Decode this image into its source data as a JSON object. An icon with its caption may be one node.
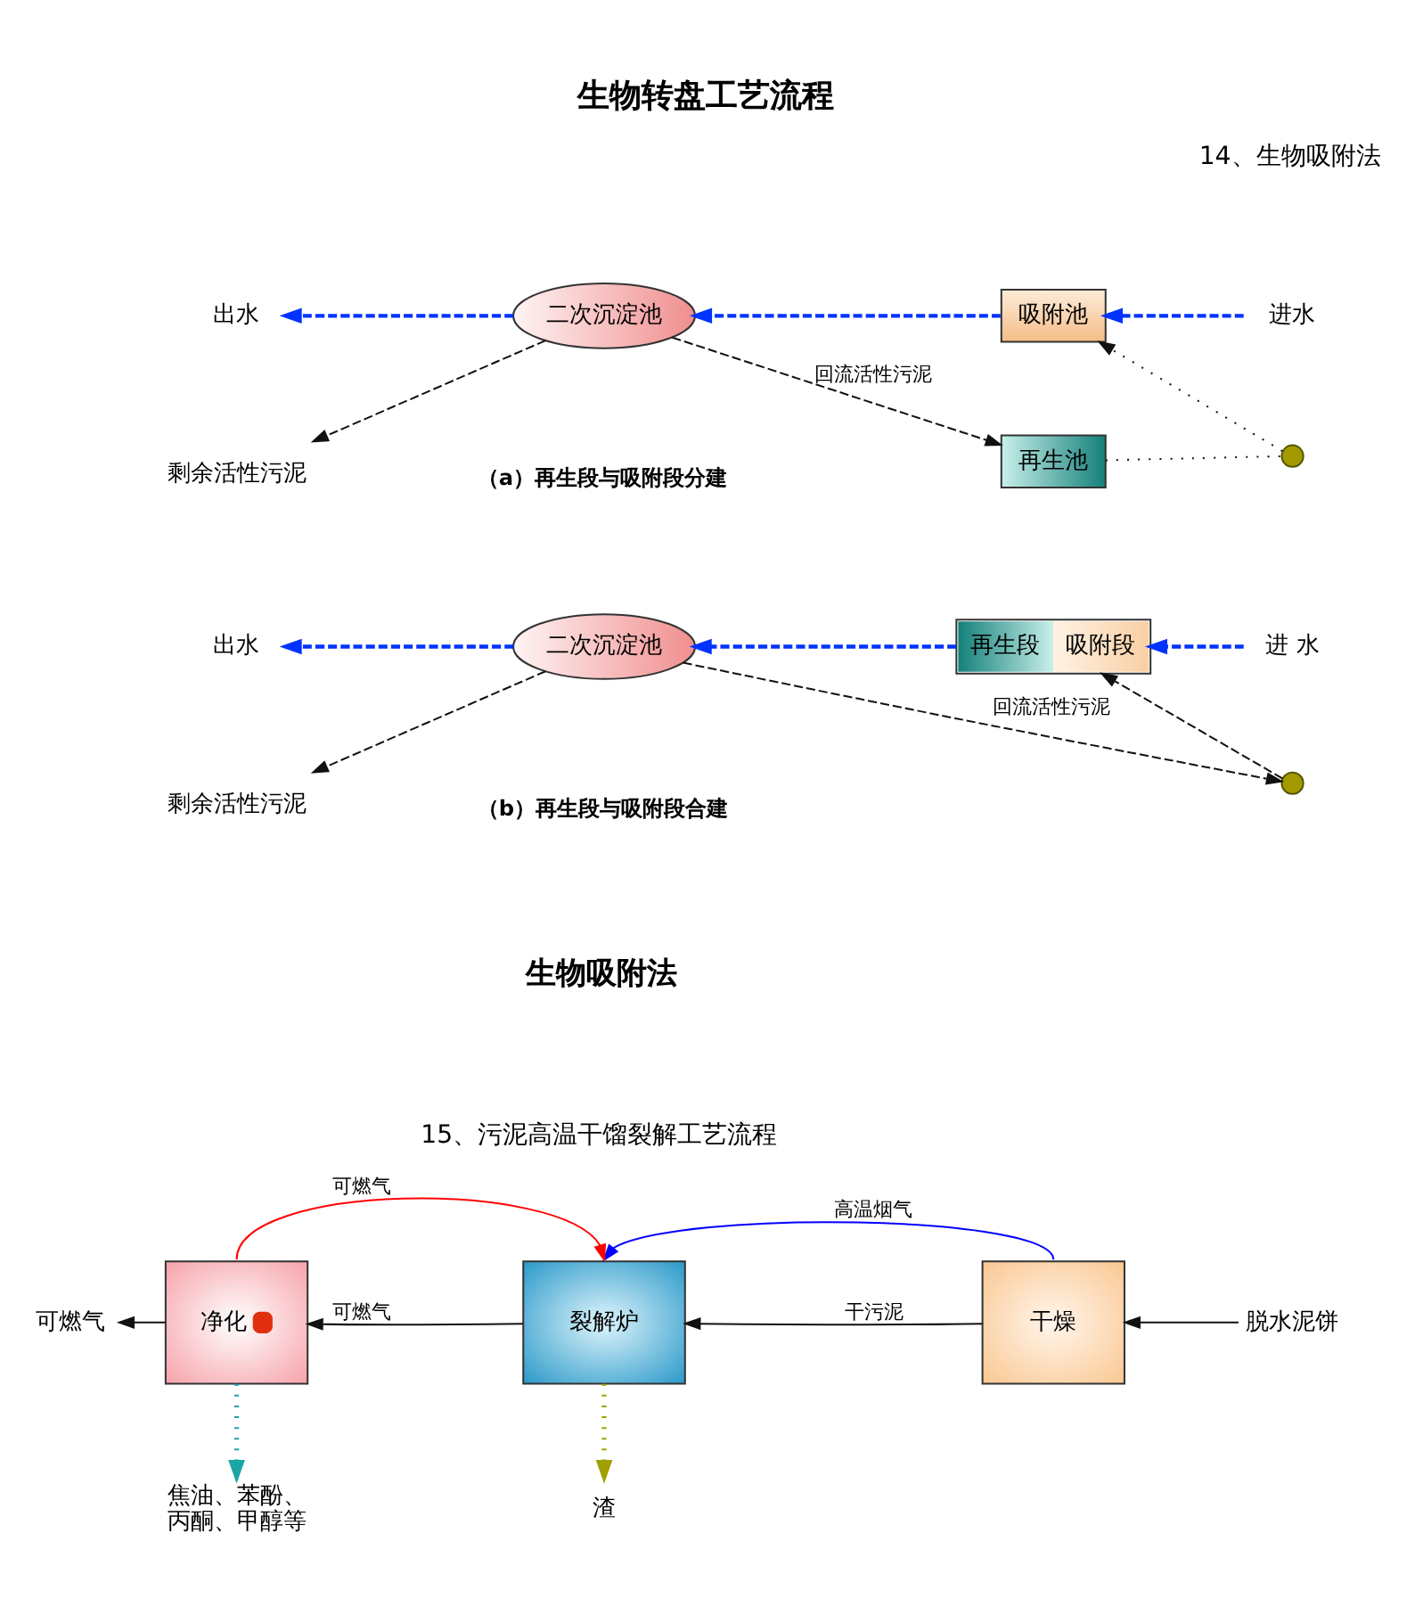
{
  "diagram": {
    "title": "生物转盘工艺流程",
    "nodes": [
      {
        "text": [
          "进水"
        ]
      },
      {
        "text": [
          "吸附池"
        ]
      },
      {
        "text": [
          "二次沉淀池"
        ]
      },
      {
        "text": [
          "出水"
        ]
      },
      {
        "text": [
          "剩余活性污泥"
        ]
      },
      {
        "text": [
          "再生池"
        ]
      },
      {
        "text": [],
        "shape": "circle"
      },
      {
        "text": [
          "进 水"
        ]
      },
      {
        "text": [
          "再生段",
          "吸附段"
        ]
      },
      {
        "text": [
          "二次沉淀池"
        ]
      },
      {
        "text": [
          "出水"
        ]
      },
      {
        "text": [
          "剩余活性污泥"
        ]
      },
      {
        "text": [],
        "shape": "circle"
      },
      {
        "text": [
          "脱水泥饼"
        ]
      },
      {
        "text": [
          "干燥"
        ]
      },
      {
        "text": [
          "裂解炉"
        ]
      },
      {
        "text": [
          "净化"
        ]
      },
      {
        "text": [
          "可燃气"
        ]
      },
      {
        "text": [
          "焦油、苯酚、丙酮、甲醇等"
        ]
      },
      {
        "text": [
          "渣"
        ]
      }
    ],
    "edges": [
      {
        "from": 0,
        "to": 1,
        "arrow": "to",
        "style": "dashed",
        "color": "#0033ff"
      },
      {
        "from": 1,
        "to": 2,
        "arrow": "to",
        "style": "dashed",
        "color": "#0033ff"
      },
      {
        "from": 2,
        "to": 3,
        "arrow": "to",
        "style": "dashed",
        "color": "#0033ff"
      },
      {
        "from": 2,
        "to": 4,
        "arrow": "to",
        "style": "dashed"
      },
      {
        "from": 2,
        "to": 5,
        "arrow": "to",
        "style": "dashed",
        "label": "回流活性污泥"
      },
      {
        "from": 5,
        "to": 6,
        "arrow": "none",
        "style": "dashed"
      },
      {
        "from": 6,
        "to": 1,
        "arrow": "to",
        "style": "dashed"
      },
      {
        "from": 7,
        "to": 8,
        "arrow": "to",
        "style": "dashed",
        "color": "#0033ff"
      },
      {
        "from": 8,
        "to": 9,
        "arrow": "to",
        "style": "dashed",
        "color": "#0033ff"
      },
      {
        "from": 9,
        "to": 10,
        "arrow": "to",
        "style": "dashed",
        "color": "#0033ff"
      },
      {
        "from": 9,
        "to": 11,
        "arrow": "to",
        "style": "dashed"
      },
      {
        "from": 9,
        "to": 12,
        "arrow": "to",
        "style": "dashed",
        "label": "回流活性污泥"
      },
      {
        "from": 12,
        "to": 8,
        "arrow": "to",
        "style": "dashed"
      },
      {
        "from": 13,
        "to": 14,
        "arrow": "to"
      },
      {
        "from": 14,
        "to": 15,
        "arrow": "to",
        "label": "干污泥"
      },
      {
        "from": 14,
        "to": 15,
        "arrow": "to",
        "label": "高温烟气",
        "color": "#0000ff"
      },
      {
        "from": 15,
        "to": 16,
        "arrow": "to",
        "label": "可燃气"
      },
      {
        "from": 16,
        "to": 17,
        "arrow": "to"
      },
      {
        "from": 16,
        "to": 15,
        "arrow": "to",
        "label": "可燃气",
        "color": "#ff0000"
      },
      {
        "from": 16,
        "to": 18,
        "arrow": "to",
        "style": "dashed",
        "color": "#1aa5a5"
      },
      {
        "from": 15,
        "to": 19,
        "arrow": "to",
        "style": "dashed",
        "color": "#a0a000"
      }
    ],
    "labels": [
      "14、生物吸附法",
      "（a）再生段与吸附段分建",
      "（b）再生段与吸附段合建",
      "生物吸附法",
      "15、污泥高温干馏裂解工艺流程"
    ]
  }
}
